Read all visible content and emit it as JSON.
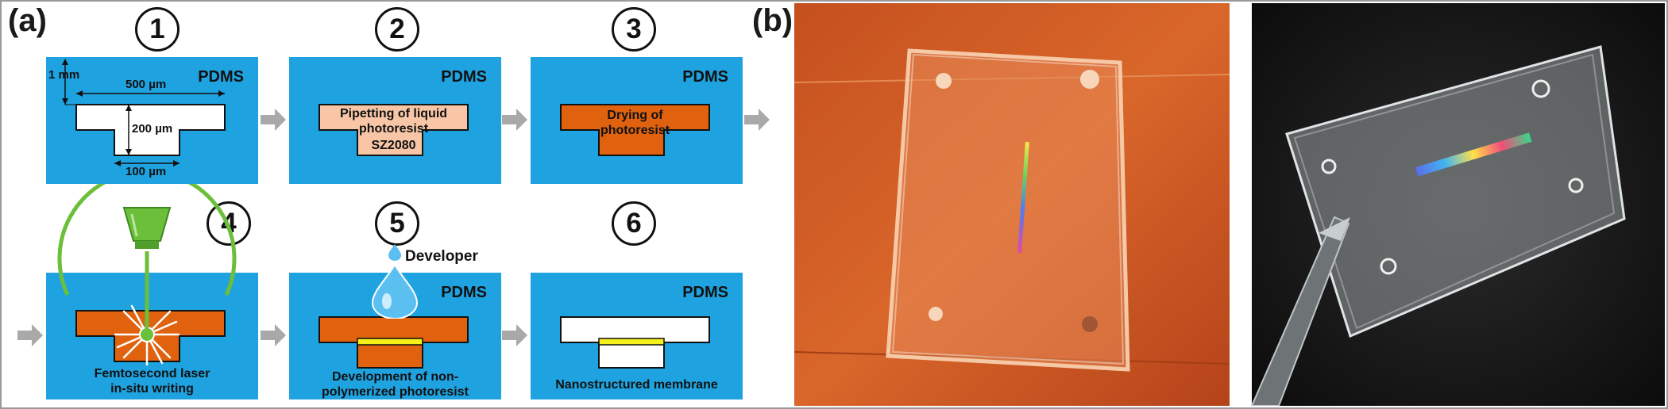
{
  "panels": {
    "a_label": "(a)",
    "b_label": "(b)"
  },
  "material_label": "PDMS",
  "steps": [
    {
      "number": "1"
    },
    {
      "number": "2",
      "caption": [
        "Pipetting of liquid",
        "photoresist",
        "SZ2080"
      ]
    },
    {
      "number": "3",
      "caption": [
        "Drying of",
        "photoresist"
      ]
    },
    {
      "number": "4",
      "caption": [
        "Femtosecond laser",
        "in-situ writing"
      ]
    },
    {
      "number": "5",
      "caption": [
        "Development of non-",
        "polymerized photoresist"
      ],
      "reagent": "Developer"
    },
    {
      "number": "6",
      "caption": [
        "Nanostructured membrane"
      ]
    }
  ],
  "dimensions": {
    "depth": "1 mm",
    "width_top": "500 µm",
    "height": "200 µm",
    "width_bottom": "100 µm"
  },
  "colors": {
    "pdms": "#1fa2e0",
    "photoresist_dried": "#e0620f",
    "photoresist_liquid": "#f8c6a6",
    "membrane": "#f5ef1a",
    "arrow": "#a9a9a9",
    "laser": "#6cbf3a"
  }
}
